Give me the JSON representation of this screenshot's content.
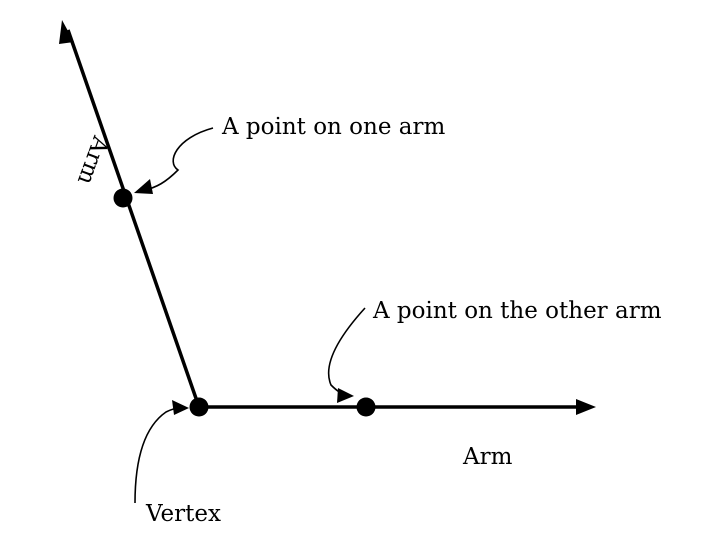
{
  "diagram": {
    "labels": {
      "point_one_arm": "A point on one arm",
      "point_other_arm": "A point on the other arm",
      "arm_upper": "Arm",
      "arm_lower": "Arm",
      "vertex": "Vertex"
    },
    "colors": {
      "line": "#000000",
      "background": "#ffffff"
    }
  }
}
